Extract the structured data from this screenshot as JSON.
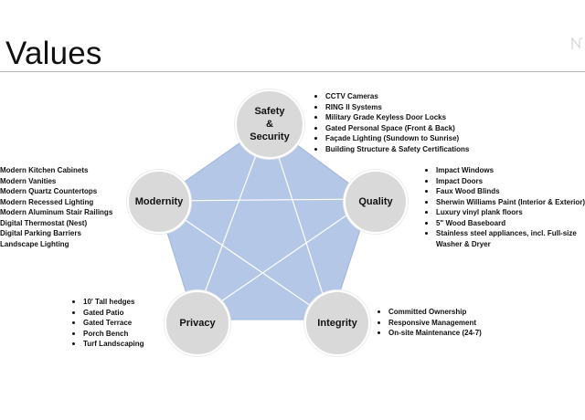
{
  "slide": {
    "title": "Values"
  },
  "colors": {
    "pentagon_fill": "#b4c7e7",
    "pentagon_stroke": "#9db5dc",
    "star_line": "#ffffff",
    "node_fill": "#d9d9d9",
    "text": "#111111"
  },
  "nodes": {
    "safety": {
      "label": "Safety\n&\nSecurity"
    },
    "quality": {
      "label": "Quality"
    },
    "integrity": {
      "label": "Integrity"
    },
    "privacy": {
      "label": "Privacy"
    },
    "modernity": {
      "label": "Modernity"
    }
  },
  "lists": {
    "safety": [
      "CCTV Cameras",
      "RING II Systems",
      "Military Grade Keyless Door Locks",
      "Gated Personal Space (Front & Back)",
      "Façade Lighting (Sundown to Sunrise)",
      "Building Structure & Safety Certifications"
    ],
    "quality": [
      "Impact Windows",
      "Impact Doors",
      "Faux Wood Blinds",
      "Sherwin Williams Paint (Interior & Exterior)",
      "Luxury vinyl plank floors",
      "5\" Wood Baseboard",
      "Stainless steel appliances, incl. Full-size"
    ],
    "quality_wrap": "Washer & Dryer",
    "integrity": [
      "Committed Ownership",
      "Responsive Management",
      "On-site Maintenance (24-7)"
    ],
    "privacy": [
      "10' Tall hedges",
      "Gated Patio",
      "Gated Terrace",
      "Porch Bench",
      "Turf Landscaping"
    ],
    "modernity": [
      "Modern Kitchen Cabinets",
      "Modern Vanities",
      "Modern Quartz Countertops",
      "Modern Recessed Lighting",
      "Modern Aluminum Stair Railings",
      "Digital Thermostat (Nest)",
      "Digital Parking Barriers",
      "Landscape Lighting"
    ]
  }
}
